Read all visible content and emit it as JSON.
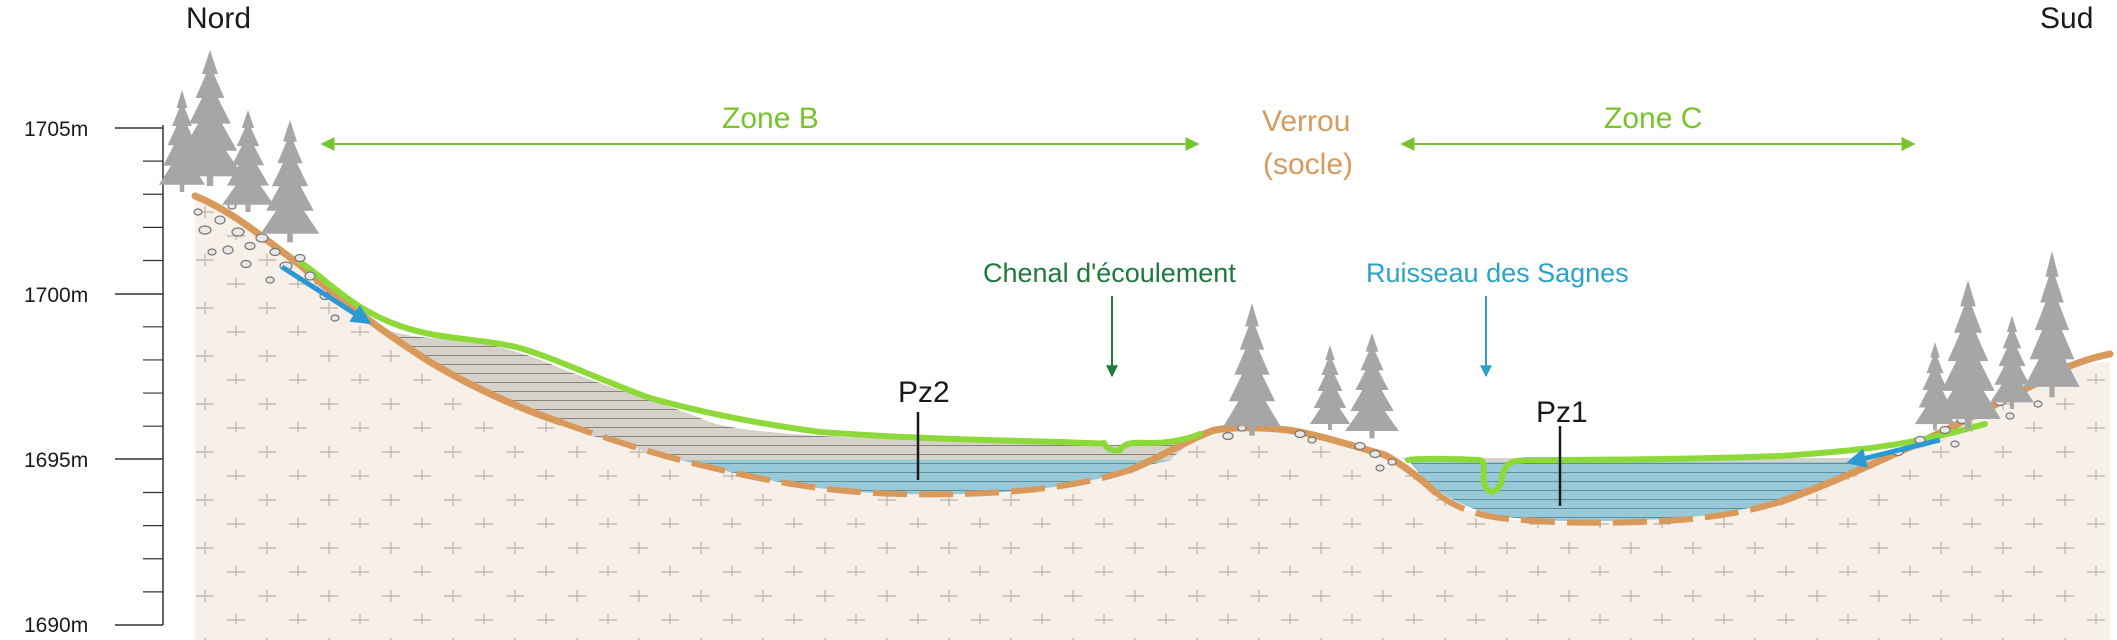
{
  "directions": {
    "left": "Nord",
    "right": "Sud"
  },
  "elevation_axis": {
    "ticks": [
      {
        "label": "1705m",
        "value": 1705
      },
      {
        "label": "1700m",
        "value": 1700
      },
      {
        "label": "1695m",
        "value": 1695
      },
      {
        "label": "1690m",
        "value": 1690
      }
    ]
  },
  "zones": {
    "zone_b": "Zone B",
    "zone_c": "Zone C",
    "verrou_line1": "Verrou",
    "verrou_line2": "(socle)"
  },
  "annotations": {
    "chenal": "Chenal d'écoulement",
    "ruisseau": "Ruisseau des Sagnes"
  },
  "piezometers": {
    "pz1": "Pz1",
    "pz2": "Pz2"
  },
  "colors": {
    "surface_green": "#8ed93a",
    "bedrock_orange": "#d9995a",
    "zone_label_green": "#77c52b",
    "verrou_orange": "#d9995a",
    "chenal_dark_green": "#1e7a3c",
    "ruisseau_blue": "#2aa3c7",
    "water_blue": "#8cc3d4",
    "flow_arrow_blue": "#2b9ad4",
    "peat_fill": "#d5d2cc",
    "bedrock_fill": "#f7f0e8",
    "tree_gray": "#a6a6a6"
  }
}
